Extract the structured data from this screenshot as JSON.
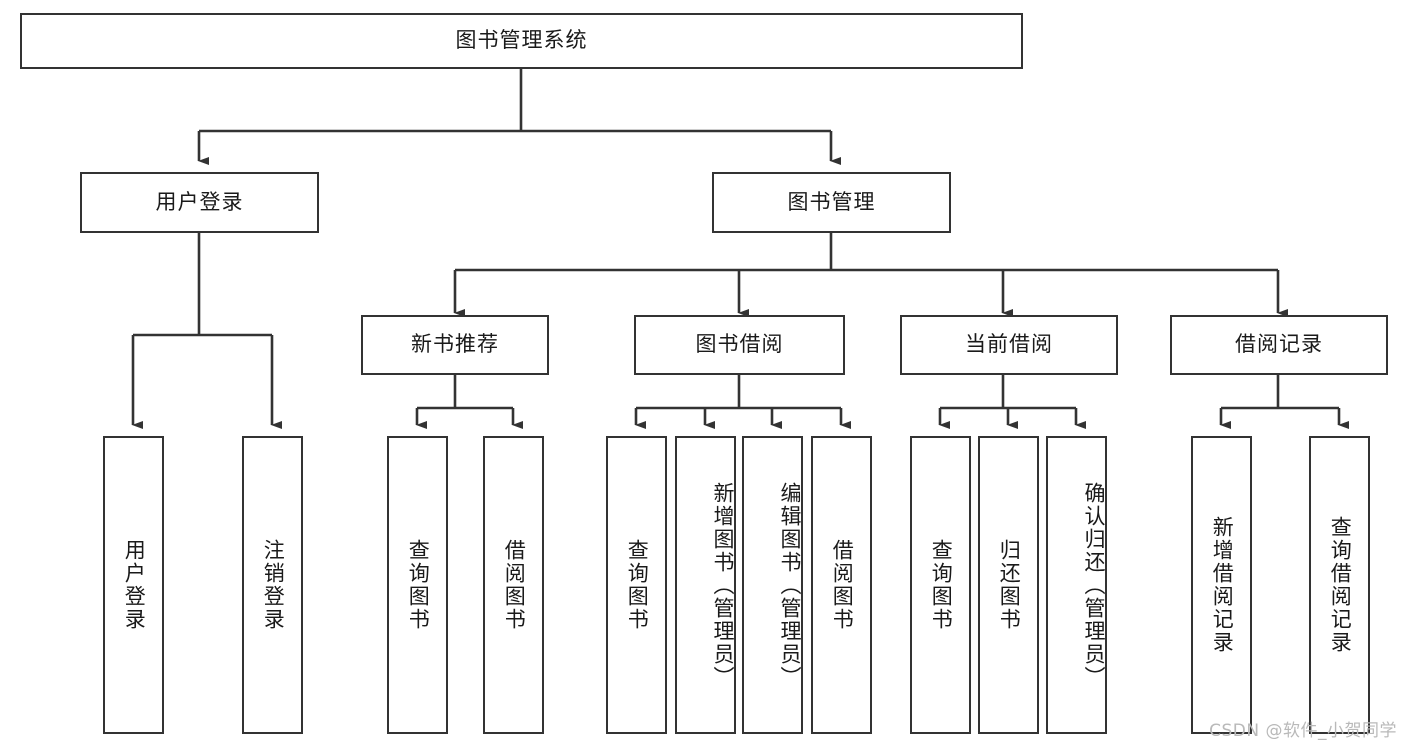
{
  "diagram": {
    "title": "图书管理系统",
    "watermark": "CSDN @软件_小贺同学",
    "colors": {
      "box_border": "#333333",
      "box_fill": "#ffffff",
      "connector": "#333333",
      "text": "#1a1a1a",
      "watermark": "#b9b9b9",
      "background": "#ffffff"
    },
    "root": {
      "label": "图书管理系统"
    },
    "level2": [
      {
        "label": "用户登录"
      },
      {
        "label": "图书管理"
      }
    ],
    "level3": [
      {
        "label": "新书推荐"
      },
      {
        "label": "图书借阅"
      },
      {
        "label": "当前借阅"
      },
      {
        "label": "借阅记录"
      }
    ],
    "leaves": {
      "user_login": [
        {
          "label": "用户登录"
        },
        {
          "label": "注销登录"
        }
      ],
      "new_book_recommend": [
        {
          "label": "查询图书"
        },
        {
          "label": "借阅图书"
        }
      ],
      "book_borrow": [
        {
          "label": "查询图书"
        },
        {
          "label": "新增图书（管理员）"
        },
        {
          "label": "编辑图书（管理员）"
        },
        {
          "label": "借阅图书"
        }
      ],
      "current_borrow": [
        {
          "label": "查询图书"
        },
        {
          "label": "归还图书"
        },
        {
          "label": "确认归还（管理员）"
        }
      ],
      "borrow_record": [
        {
          "label": "新增借阅记录"
        },
        {
          "label": "查询借阅记录"
        }
      ]
    }
  }
}
